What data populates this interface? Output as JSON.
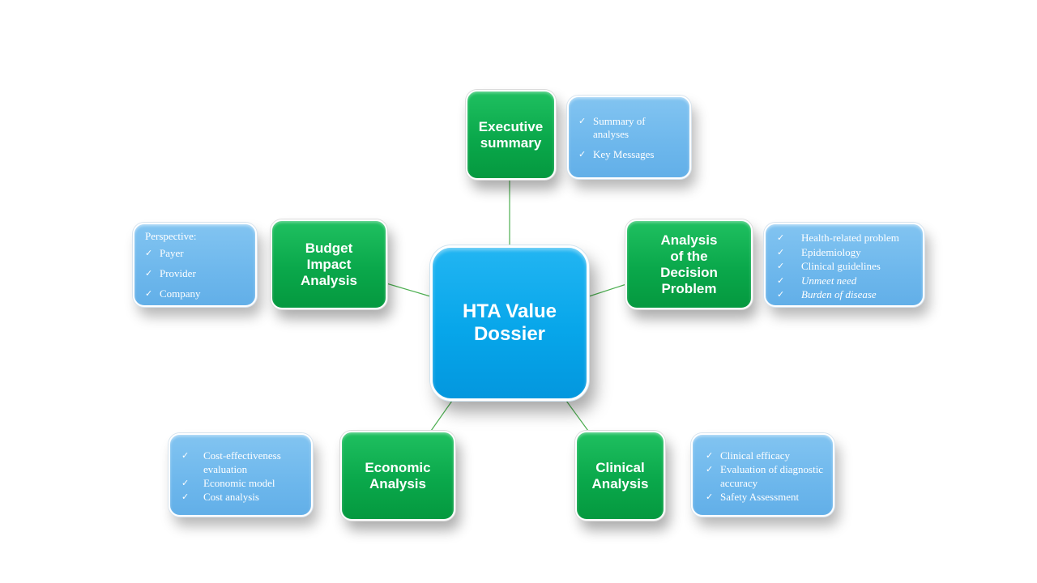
{
  "center": {
    "label": "HTA Value\nDossier"
  },
  "nodes": {
    "executive": {
      "label": "Executive\nsummary",
      "items": [
        "Summary of analyses",
        "Key Messages"
      ]
    },
    "decision": {
      "label": "Analysis\nof the\nDecision\nProblem",
      "items": [
        "Health-related problem",
        "Epidemiology",
        "Clinical guidelines",
        "Unmeet need",
        "Burden of disease"
      ]
    },
    "budget": {
      "label": "Budget\nImpact\nAnalysis",
      "heading": "Perspective:",
      "items": [
        "Payer",
        "Provider",
        "Company"
      ]
    },
    "economic": {
      "label": "Economic\nAnalysis",
      "items": [
        "Cost-effectiveness evaluation",
        "Economic model",
        "Cost analysis"
      ]
    },
    "clinical": {
      "label": "Clinical\nAnalysis",
      "items": [
        "Clinical efficacy",
        "Evaluation of diagnostic accuracy",
        "Safety Assessment"
      ]
    }
  },
  "check_glyph": "✓",
  "colors": {
    "green": "#0aa84b",
    "light_blue": "#6db7ec",
    "center_blue": "#07a6ea",
    "connector": "#4caf50"
  }
}
